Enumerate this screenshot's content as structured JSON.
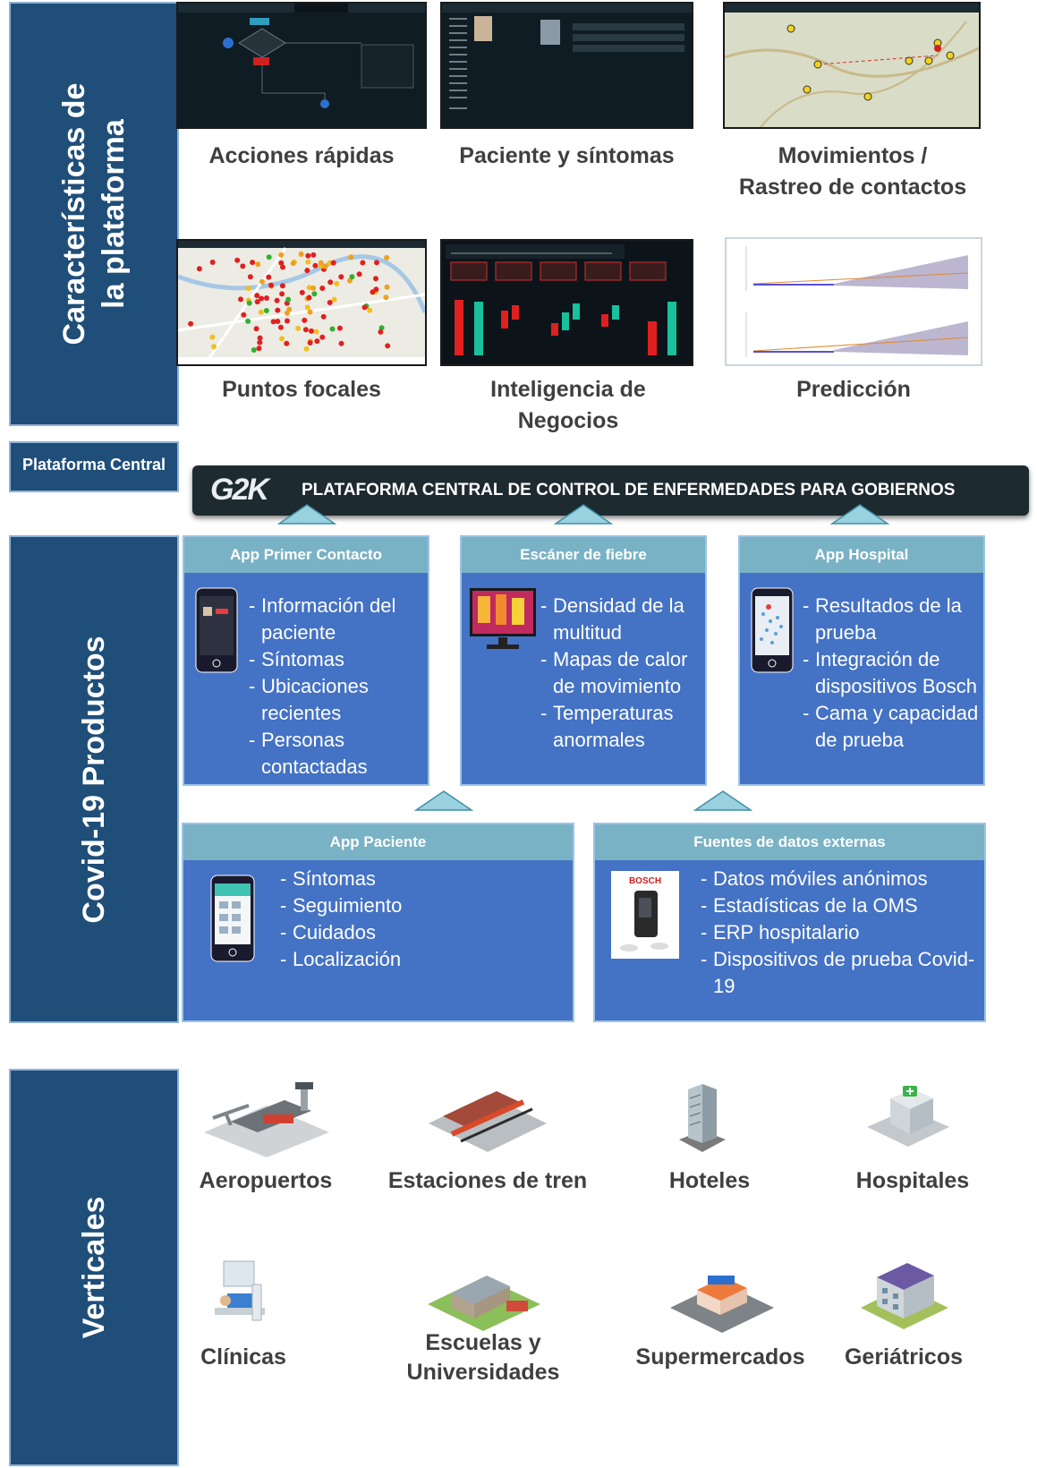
{
  "sections": {
    "features": "Características de la plataforma",
    "central": "Plataforma Central",
    "products": "Covid-19 Productos",
    "verticals": "Verticales"
  },
  "features": [
    {
      "label": "Acciones rápidas"
    },
    {
      "label": "Paciente y síntomas"
    },
    {
      "label": "Movimientos / Rastreo de contactos"
    },
    {
      "label": "Puntos focales"
    },
    {
      "label": "Inteligencia de Negocios"
    },
    {
      "label": "Predicción"
    }
  ],
  "banner": {
    "logo": "G2K",
    "title": "PLATAFORMA CENTRAL DE CONTROL DE ENFERMEDADES PARA GOBIERNOS"
  },
  "products": [
    {
      "title": "App Primer Contacto",
      "items": [
        "Información del paciente",
        "Síntomas",
        "Ubicaciones recientes",
        "Personas contactadas"
      ]
    },
    {
      "title": "Escáner de fiebre",
      "items": [
        "Densidad de la multitud",
        "Mapas de calor de movimiento",
        "Temperaturas anormales"
      ]
    },
    {
      "title": "App Hospital",
      "items": [
        "Resultados de la prueba",
        "Integración de dispositivos Bosch",
        "Cama y capacidad de prueba"
      ]
    },
    {
      "title": "App Paciente",
      "items": [
        "Síntomas",
        "Seguimiento",
        "Cuidados",
        "Localización"
      ]
    },
    {
      "title": "Fuentes de datos externas",
      "items": [
        "Datos móviles anónimos",
        "Estadísticas de la OMS",
        "ERP hospitalario",
        "Dispositivos de prueba Covid-19"
      ]
    }
  ],
  "verticals": [
    {
      "label": "Aeropuertos"
    },
    {
      "label": "Estaciones de tren"
    },
    {
      "label": "Hoteles"
    },
    {
      "label": "Hospitales"
    },
    {
      "label": "Clínicas"
    },
    {
      "label": "Escuelas y Universidades"
    },
    {
      "label": "Supermercados"
    },
    {
      "label": "Geriátricos"
    }
  ],
  "icons": {
    "phone": "smartphone-icon",
    "scanner": "thermal-monitor-icon",
    "bosch": "bosch-device-icon"
  },
  "colors": {
    "sidebar": "#1f4e79",
    "card": "#4472c4",
    "card_header": "#79b2c4",
    "banner": "#1d2a2f"
  }
}
